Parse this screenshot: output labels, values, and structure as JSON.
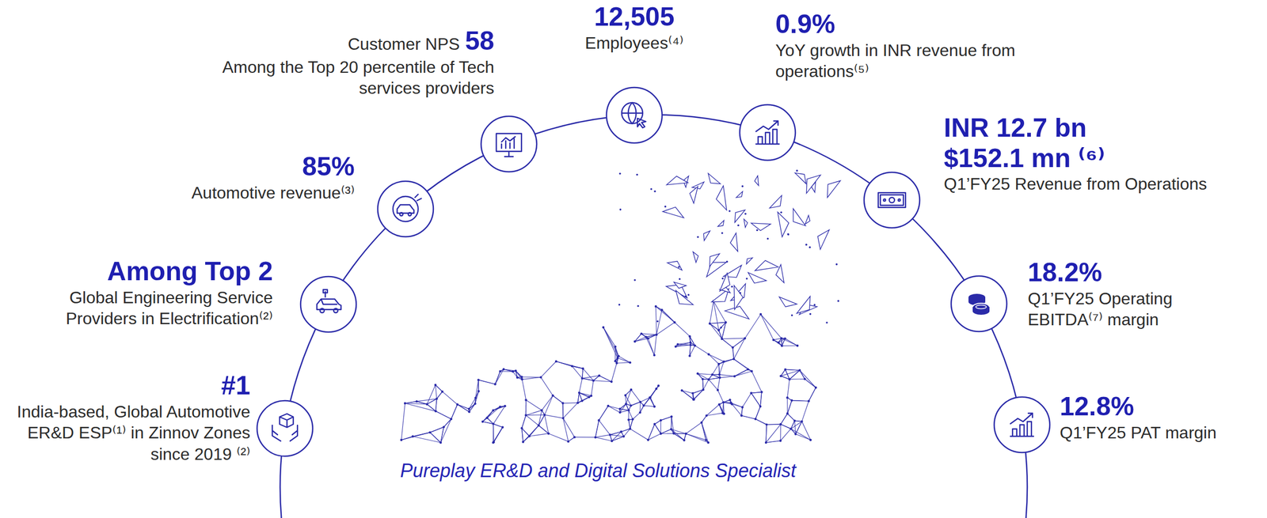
{
  "diagram": {
    "nodes": [
      {
        "text": [
          "#1",
          "India-based, Global Automotive ER&D ESP⁽¹⁾ in Zinnov Zones since 2019 ⁽²⁾"
        ]
      },
      {
        "text": [
          "Among Top 2",
          "Global Engineering Service Providers in Electrification⁽²⁾"
        ]
      },
      {
        "text": [
          "85%",
          "Automotive revenue⁽³⁾"
        ]
      },
      {
        "text": [
          "Customer NPS",
          "58",
          "Among the Top 20 percentile of Tech services providers"
        ]
      },
      {
        "text": [
          "12,505",
          "Employees⁽⁴⁾"
        ]
      },
      {
        "text": [
          "0.9%",
          "YoY growth in INR revenue from operations⁽⁵⁾"
        ]
      },
      {
        "text": [
          "INR 12.7 bn $152.1 mn ⁽⁶⁾",
          "Q1’FY25 Revenue from Operations"
        ]
      },
      {
        "text": [
          "18.2%",
          "Q1’FY25 Operating EBITDA⁽⁷⁾ margin"
        ]
      },
      {
        "text": [
          "12.8%",
          "Q1’FY25 PAT margin"
        ]
      }
    ],
    "labels": [
      "Pureplay ER&D and Digital Solutions Specialist"
    ]
  }
}
